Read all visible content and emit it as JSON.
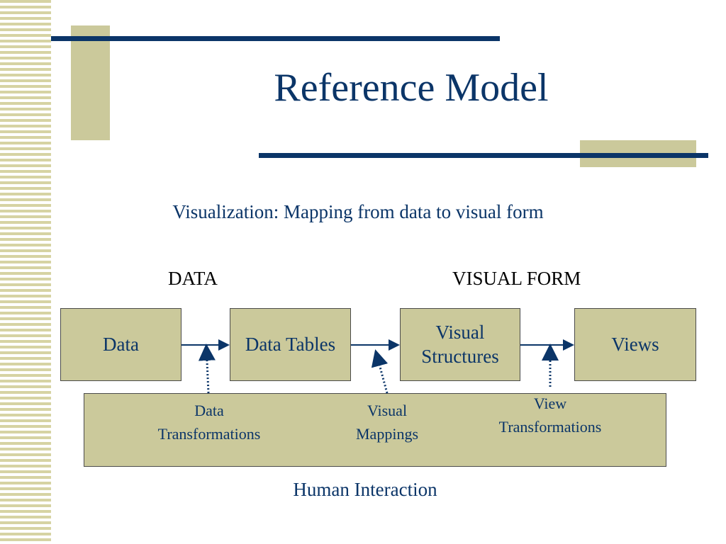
{
  "title": "Reference Model",
  "subtitle": "Visualization: Mapping from data to visual form",
  "section_labels": {
    "left": "DATA",
    "right": "VISUAL FORM"
  },
  "boxes": {
    "data": "Data",
    "data_tables": "Data Tables",
    "visual_structures": "Visual\nStructures",
    "views": "Views"
  },
  "transformations": {
    "data": "Data\nTransformations",
    "visual": "Visual\nMappings",
    "view": "View\nTransformations"
  },
  "footer": "Human Interaction",
  "colors": {
    "accent": "#cbc99b",
    "navy": "#0b3568",
    "stripe": "#d6d3a3"
  }
}
